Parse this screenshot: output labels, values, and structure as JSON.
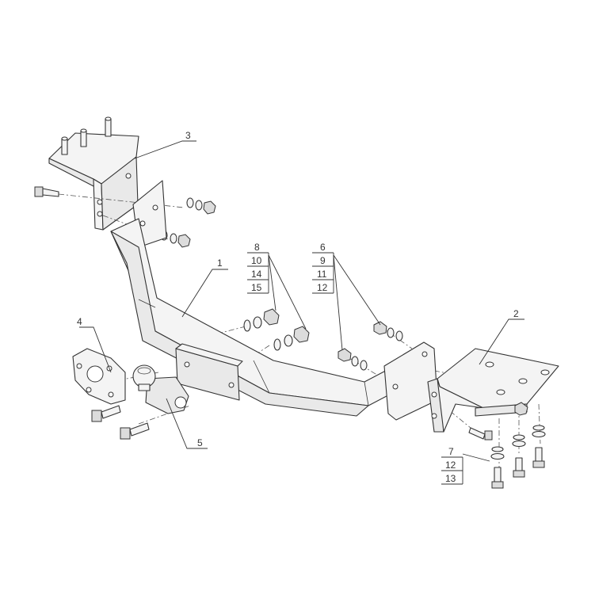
{
  "callouts": {
    "c1": "1",
    "c2": "2",
    "c3": "3",
    "c4": "4",
    "c5": "5",
    "c6": "6",
    "c6_list": [
      "9",
      "11",
      "12"
    ],
    "c7": "7",
    "c7_list": [
      "12",
      "13"
    ],
    "c8": "8",
    "c8_list": [
      "10",
      "14",
      "15"
    ]
  },
  "line_color": "#333333",
  "background": "#ffffff"
}
